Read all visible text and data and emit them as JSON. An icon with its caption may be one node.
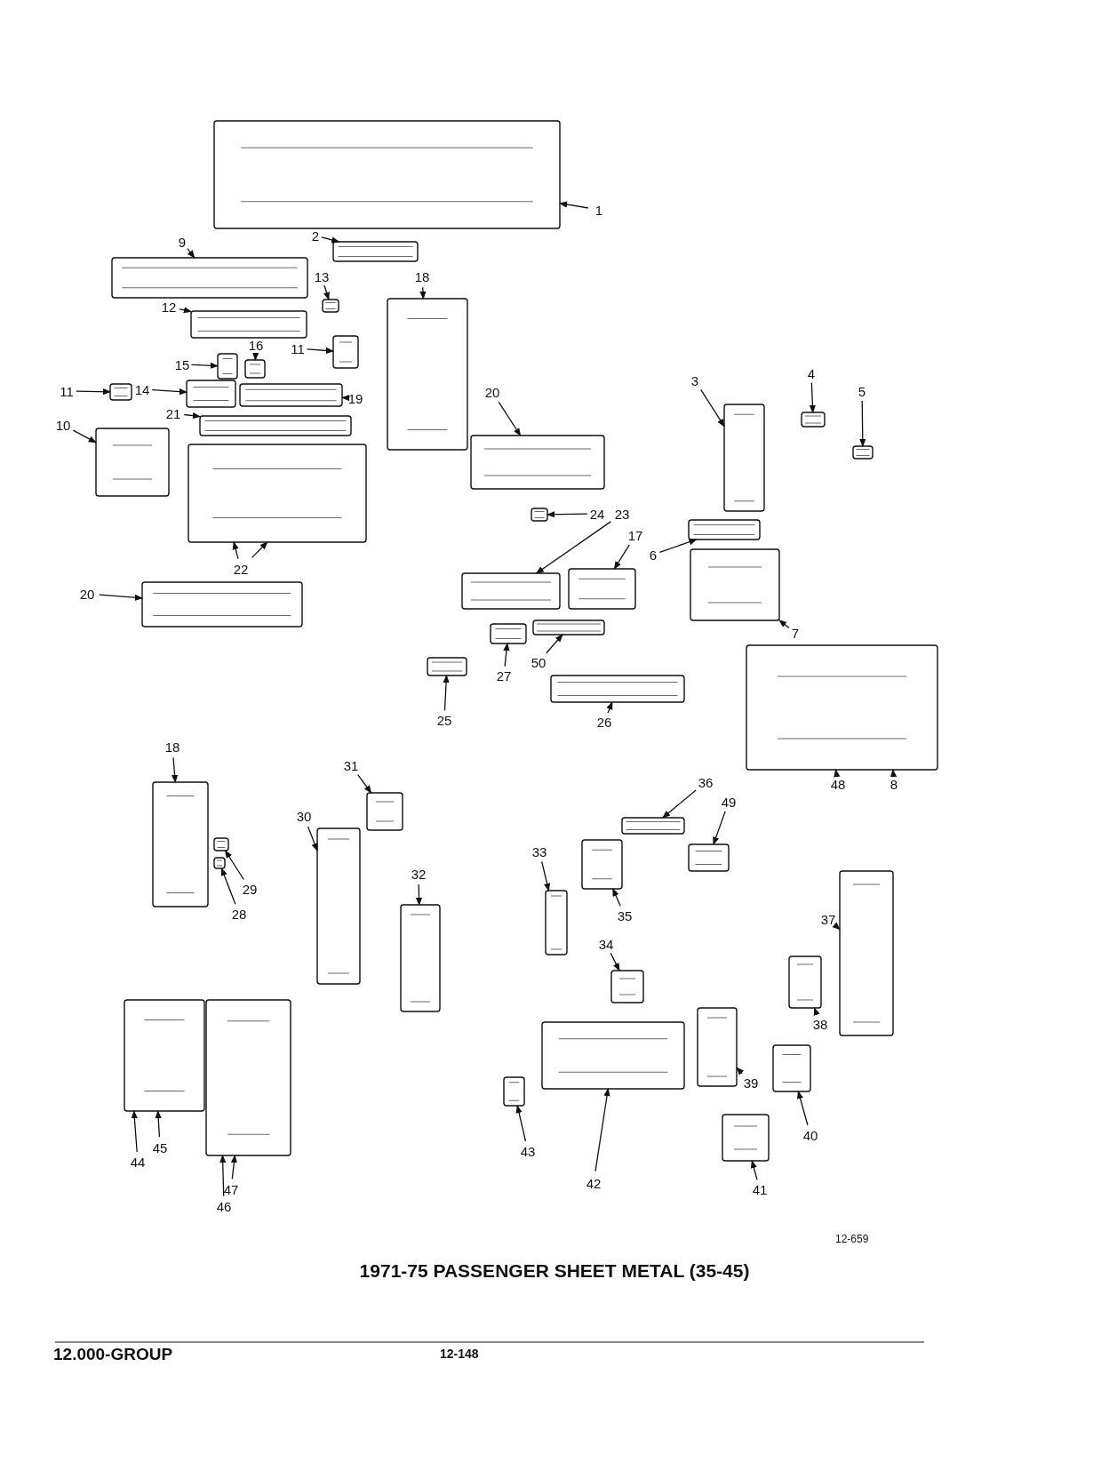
{
  "diagram": {
    "title": "1971-75 PASSENGER SHEET METAL (35-45)",
    "nodes": [
      {
        "text": [
          "1"
        ]
      },
      {
        "text": [
          "2"
        ]
      },
      {
        "text": [
          "9"
        ]
      },
      {
        "text": [
          "13"
        ]
      },
      {
        "text": [
          "18"
        ]
      },
      {
        "text": [
          "12"
        ]
      },
      {
        "text": [
          "16"
        ]
      },
      {
        "text": [
          "15"
        ]
      },
      {
        "text": [
          "11"
        ]
      },
      {
        "text": [
          "4"
        ]
      },
      {
        "text": [
          "3"
        ]
      },
      {
        "text": [
          "14"
        ]
      },
      {
        "text": [
          "11"
        ]
      },
      {
        "text": [
          "20"
        ]
      },
      {
        "text": [
          "5"
        ]
      },
      {
        "text": [
          "19"
        ]
      },
      {
        "text": [
          "21"
        ]
      },
      {
        "text": [
          "10"
        ]
      },
      {
        "text": [
          "24"
        ]
      },
      {
        "text": [
          "23"
        ]
      },
      {
        "text": [
          "17"
        ]
      },
      {
        "text": [
          "6"
        ]
      },
      {
        "text": [
          "22"
        ]
      },
      {
        "text": [
          "20"
        ]
      },
      {
        "text": [
          "7"
        ]
      },
      {
        "text": [
          "50"
        ]
      },
      {
        "text": [
          "27"
        ]
      },
      {
        "text": [
          "25"
        ]
      },
      {
        "text": [
          "26"
        ]
      },
      {
        "text": [
          "18"
        ]
      },
      {
        "text": [
          "31"
        ]
      },
      {
        "text": [
          "36"
        ]
      },
      {
        "text": [
          "48"
        ]
      },
      {
        "text": [
          "8"
        ]
      },
      {
        "text": [
          "49"
        ]
      },
      {
        "text": [
          "30"
        ]
      },
      {
        "text": [
          "33"
        ]
      },
      {
        "text": [
          "32"
        ]
      },
      {
        "text": [
          "29"
        ]
      },
      {
        "text": [
          "28"
        ]
      },
      {
        "text": [
          "35"
        ]
      },
      {
        "text": [
          "37"
        ]
      },
      {
        "text": [
          "34"
        ]
      },
      {
        "text": [
          "38"
        ]
      },
      {
        "text": [
          "39"
        ]
      },
      {
        "text": [
          "40"
        ]
      },
      {
        "text": [
          "43"
        ]
      },
      {
        "text": [
          "45"
        ]
      },
      {
        "text": [
          "42"
        ]
      },
      {
        "text": [
          "44"
        ]
      },
      {
        "text": [
          "47"
        ]
      },
      {
        "text": [
          "41"
        ]
      },
      {
        "text": [
          "46"
        ]
      },
      {
        "text": [],
        "shape": "picture"
      },
      {
        "text": [],
        "shape": "picture"
      },
      {
        "text": [],
        "shape": "picture"
      },
      {
        "text": [],
        "shape": "picture"
      },
      {
        "text": [],
        "shape": "picture"
      },
      {
        "text": [],
        "shape": "picture"
      },
      {
        "text": [],
        "shape": "picture"
      },
      {
        "text": [],
        "shape": "picture"
      },
      {
        "text": [],
        "shape": "picture"
      },
      {
        "text": [],
        "shape": "picture"
      },
      {
        "text": [],
        "shape": "picture"
      },
      {
        "text": [],
        "shape": "picture"
      },
      {
        "text": [],
        "shape": "picture"
      },
      {
        "text": [],
        "shape": "picture"
      },
      {
        "text": [],
        "shape": "picture"
      },
      {
        "text": [],
        "shape": "picture"
      },
      {
        "text": [],
        "shape": "picture"
      },
      {
        "text": [],
        "shape": "picture"
      },
      {
        "text": [],
        "shape": "picture"
      },
      {
        "text": [],
        "shape": "picture"
      },
      {
        "text": [],
        "shape": "picture"
      },
      {
        "text": [],
        "shape": "picture"
      },
      {
        "text": [],
        "shape": "picture"
      },
      {
        "text": [],
        "shape": "picture"
      },
      {
        "text": [],
        "shape": "picture"
      },
      {
        "text": [],
        "shape": "picture"
      },
      {
        "text": [],
        "shape": "picture"
      },
      {
        "text": [],
        "shape": "picture"
      },
      {
        "text": [],
        "shape": "picture"
      },
      {
        "text": [],
        "shape": "picture"
      },
      {
        "text": [],
        "shape": "picture"
      },
      {
        "text": [],
        "shape": "picture"
      },
      {
        "text": [],
        "shape": "picture"
      },
      {
        "text": [],
        "shape": "picture"
      },
      {
        "text": [],
        "shape": "picture"
      },
      {
        "text": [],
        "shape": "picture"
      },
      {
        "text": [],
        "shape": "picture"
      },
      {
        "text": [],
        "shape": "picture"
      },
      {
        "text": [],
        "shape": "picture"
      },
      {
        "text": [],
        "shape": "picture"
      },
      {
        "text": [],
        "shape": "picture"
      },
      {
        "text": [],
        "shape": "picture"
      },
      {
        "text": [],
        "shape": "picture"
      },
      {
        "text": [],
        "shape": "picture"
      },
      {
        "text": [],
        "shape": "picture"
      },
      {
        "text": [],
        "shape": "picture"
      },
      {
        "text": [],
        "shape": "picture"
      },
      {
        "text": [],
        "shape": "picture"
      },
      {
        "text": [],
        "shape": "picture"
      },
      {
        "text": [],
        "shape": "picture"
      }
    ],
    "edges": [
      {
        "from": 0,
        "to": 53,
        "arrow": "to"
      },
      {
        "from": 1,
        "to": 54,
        "arrow": "to"
      },
      {
        "from": 2,
        "to": 55,
        "arrow": "to"
      },
      {
        "from": 3,
        "to": 56,
        "arrow": "to"
      },
      {
        "from": 4,
        "to": 57,
        "arrow": "to"
      },
      {
        "from": 5,
        "to": 58,
        "arrow": "to"
      },
      {
        "from": 6,
        "to": 59,
        "arrow": "to"
      },
      {
        "from": 7,
        "to": 60,
        "arrow": "to"
      },
      {
        "from": 8,
        "to": 61,
        "arrow": "to"
      },
      {
        "from": 9,
        "to": 62,
        "arrow": "to"
      },
      {
        "from": 10,
        "to": 63,
        "arrow": "to"
      },
      {
        "from": 11,
        "to": 64,
        "arrow": "to"
      },
      {
        "from": 12,
        "to": 65,
        "arrow": "to"
      },
      {
        "from": 13,
        "to": 66,
        "arrow": "to"
      },
      {
        "from": 14,
        "to": 67,
        "arrow": "to"
      },
      {
        "from": 15,
        "to": 68,
        "arrow": "to"
      },
      {
        "from": 16,
        "to": 69,
        "arrow": "to"
      },
      {
        "from": 17,
        "to": 70,
        "arrow": "to"
      },
      {
        "from": 18,
        "to": 71,
        "arrow": "to"
      },
      {
        "from": 19,
        "to": 72,
        "arrow": "to"
      },
      {
        "from": 20,
        "to": 73,
        "arrow": "to"
      },
      {
        "from": 21,
        "to": 74,
        "arrow": "to"
      },
      {
        "from": 22,
        "to": 75,
        "arrow": "to"
      },
      {
        "from": 22,
        "to": 75,
        "arrow": "to"
      },
      {
        "from": 23,
        "to": 76,
        "arrow": "to"
      },
      {
        "from": 24,
        "to": 77,
        "arrow": "to"
      },
      {
        "from": 25,
        "to": 78,
        "arrow": "to"
      },
      {
        "from": 26,
        "to": 79,
        "arrow": "to"
      },
      {
        "from": 27,
        "to": 80,
        "arrow": "to"
      },
      {
        "from": 28,
        "to": 81,
        "arrow": "to"
      },
      {
        "from": 29,
        "to": 82,
        "arrow": "to"
      },
      {
        "from": 30,
        "to": 83,
        "arrow": "to"
      },
      {
        "from": 31,
        "to": 84,
        "arrow": "to"
      },
      {
        "from": 32,
        "to": 85,
        "arrow": "to"
      },
      {
        "from": 33,
        "to": 85,
        "arrow": "to"
      },
      {
        "from": 34,
        "to": 86,
        "arrow": "to"
      },
      {
        "from": 35,
        "to": 87,
        "arrow": "to"
      },
      {
        "from": 36,
        "to": 88,
        "arrow": "to"
      },
      {
        "from": 37,
        "to": 89,
        "arrow": "to"
      },
      {
        "from": 38,
        "to": 90,
        "arrow": "to"
      },
      {
        "from": 39,
        "to": 91,
        "arrow": "to"
      },
      {
        "from": 40,
        "to": 92,
        "arrow": "to"
      },
      {
        "from": 41,
        "to": 93,
        "arrow": "to"
      },
      {
        "from": 42,
        "to": 94,
        "arrow": "to"
      },
      {
        "from": 43,
        "to": 95,
        "arrow": "to"
      },
      {
        "from": 44,
        "to": 96,
        "arrow": "to"
      },
      {
        "from": 45,
        "to": 97,
        "arrow": "to"
      },
      {
        "from": 46,
        "to": 98,
        "arrow": "to"
      },
      {
        "from": 47,
        "to": 99,
        "arrow": "to"
      },
      {
        "from": 48,
        "to": 100,
        "arrow": "to"
      },
      {
        "from": 49,
        "to": 99,
        "arrow": "to"
      },
      {
        "from": 50,
        "to": 101,
        "arrow": "to"
      },
      {
        "from": 51,
        "to": 102,
        "arrow": "to"
      },
      {
        "from": 52,
        "to": 101,
        "arrow": "to"
      }
    ],
    "labels": [
      "12-659",
      "12.000-GROUP",
      "12-148"
    ]
  }
}
